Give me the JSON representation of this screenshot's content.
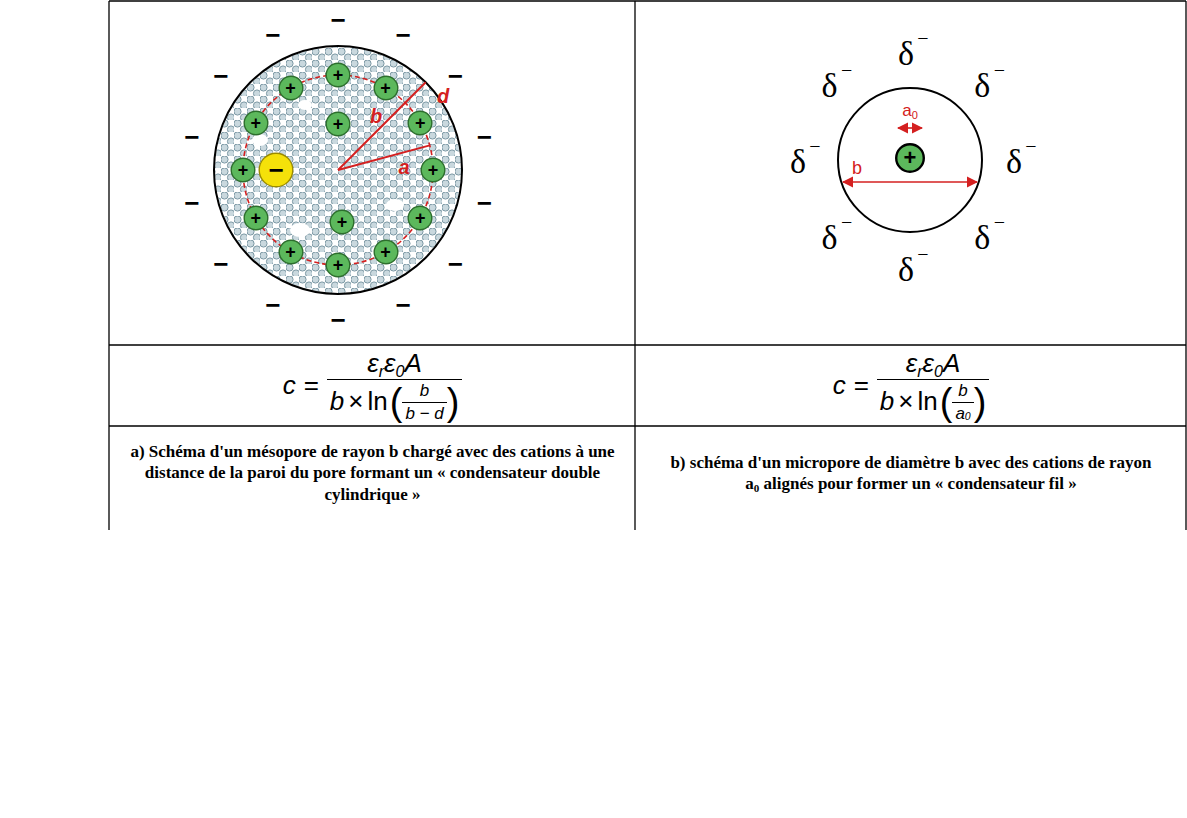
{
  "diagram": {
    "nodes": [
      {
        "text": [
          "+"
        ]
      },
      {
        "text": [
          "+"
        ]
      },
      {
        "text": [
          "+"
        ]
      },
      {
        "text": [
          "+"
        ]
      },
      {
        "text": [
          "+"
        ]
      },
      {
        "text": [
          "+"
        ]
      },
      {
        "text": [
          "+"
        ]
      },
      {
        "text": [
          "+"
        ]
      },
      {
        "text": [
          "+"
        ]
      },
      {
        "text": [
          "+"
        ]
      },
      {
        "text": [
          "+"
        ]
      },
      {
        "text": [
          "+"
        ]
      },
      {
        "text": [
          "+"
        ]
      },
      {
        "text": [
          "+"
        ]
      },
      {
        "text": [
          "−"
        ]
      },
      {
        "text": [
          "+"
        ]
      }
    ],
    "labels": [
      "−",
      "−",
      "−",
      "−",
      "−",
      "−",
      "−",
      "−",
      "−",
      "−",
      "−",
      "−",
      "−",
      "−",
      "b",
      "d",
      "a",
      "δ",
      "−",
      "δ",
      "−",
      "δ",
      "−",
      "δ",
      "−",
      "δ",
      "−",
      "δ",
      "−",
      "δ",
      "−",
      "δ",
      "−",
      "a",
      "0",
      "b",
      "c",
      "=",
      "ε",
      "r",
      "ε",
      "0",
      "A",
      "b",
      "×",
      "ln",
      "(",
      "b",
      "b − d",
      ")",
      "c",
      "=",
      "ε",
      "r",
      "ε",
      "0",
      "A",
      "b",
      "×",
      "ln",
      "(",
      "b",
      "a",
      "0",
      ")",
      "a) Schéma d'un mésopore de rayon b chargé avec des cations à une distance de la paroi du pore formant un « condensateur double cylindrique »",
      "b) schéma d'un micropore de diamètre b avec des cations de rayon a",
      "0",
      "alignés pour former un « condensateur fil »"
    ]
  }
}
